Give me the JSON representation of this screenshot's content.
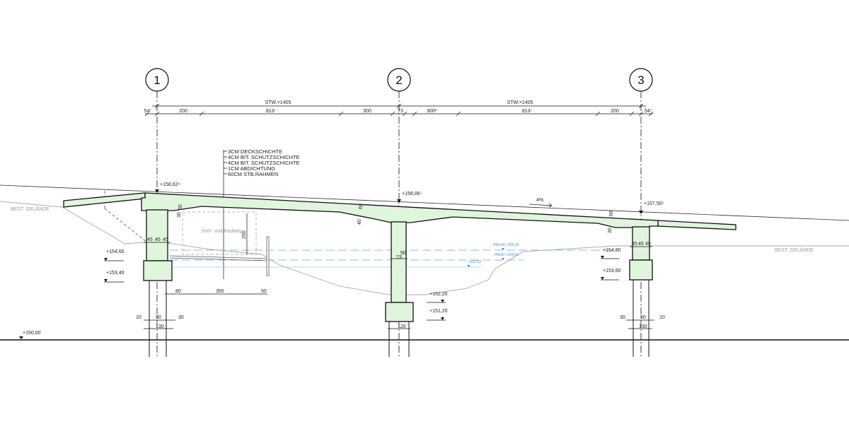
{
  "axes": [
    "1",
    "2",
    "3"
  ],
  "span_dims": [
    "STW.=1405",
    "STW.=1405"
  ],
  "sub_dims": [
    "54⁷",
    "200",
    "813⁷",
    "300",
    "73",
    "300²",
    "813⁷",
    "200",
    "54⁷"
  ],
  "layers": [
    "3CM DECKSCHICHTE",
    "4CM BIT. SCHUTZSCHICHTE",
    "4CM BIT. SCHUTZSCHICHTE",
    "1CM ABDICHTUNG",
    "60CM STB.RAHMEN"
  ],
  "terrain_labels": [
    "BEST. GELÄNDE",
    "BEST. GELÄNDE"
  ],
  "path_label": "Geh- und Radweg",
  "slope": "4%",
  "deck_levels": [
    "+158,62⁹",
    "+158,06⁷",
    "+157,50⁵"
  ],
  "foundation_levels": {
    "pier1": [
      "+154,60",
      "+153,40"
    ],
    "pier2": [
      "+152,20",
      "+151,20"
    ],
    "pier3": [
      "+154,80",
      "+153,60"
    ]
  },
  "datum": "+150,00",
  "water": {
    "hw100": "HW100 +155,20",
    "hw30": "HW30 +154,60",
    "mw": "+152,15"
  },
  "local_dims": {
    "deck1": [
      "30",
      "60"
    ],
    "clearance": "250",
    "pier1_widths": [
      "45",
      "45",
      "45"
    ],
    "pier2_widths": [
      "50",
      "73"
    ],
    "deck2": [
      "40",
      "60"
    ],
    "deck3": [
      "30",
      "60"
    ],
    "pier3_widths": [
      "45",
      "45",
      "45"
    ],
    "path": [
      "80",
      "350",
      "50"
    ],
    "pile1": [
      "10",
      "90",
      "30",
      "130"
    ],
    "pile2": "120",
    "pile3": [
      "30",
      "90",
      "10",
      "130"
    ]
  },
  "colors": {
    "concrete": "#dff5dc",
    "water": "#3a8fd8",
    "terrain": "#999999"
  }
}
